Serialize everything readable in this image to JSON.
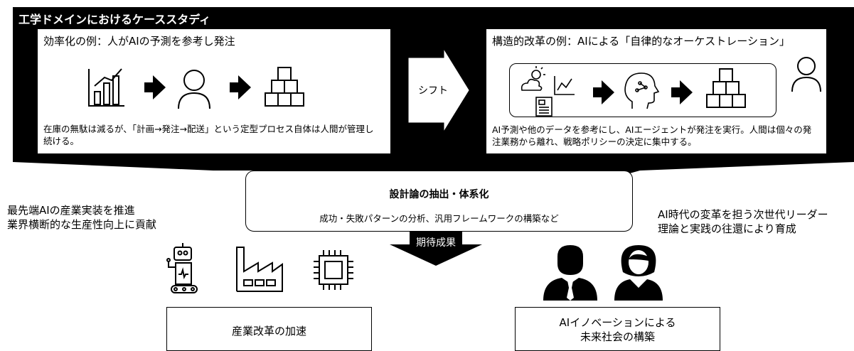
{
  "header": {
    "title": "工学ドメインにおけるケーススタディ"
  },
  "left_case": {
    "title": "効率化の例：人がAIの予測を参考し発注",
    "description": "在庫の無駄は減るが、「計画→発注→配送」という定型プロセス自体は人間が管理し続ける。",
    "icons": [
      "bar-chart-icon",
      "arrow-right-icon",
      "person-icon",
      "arrow-right-icon",
      "boxes-icon"
    ]
  },
  "shift": {
    "label": "シフト"
  },
  "right_case": {
    "title": "構造的改革の例：AIによる「自律的なオーケストレーション」",
    "description": "AI予測や他のデータを参考にし、AIエージェントが発注を実行。人間は個々の発注業務から離れ、戦略ポリシーの決定に集中する。",
    "icons": [
      "weather-icon",
      "line-chart-icon",
      "newspaper-icon",
      "arrow-right-icon",
      "ai-head-icon",
      "arrow-right-icon",
      "boxes-icon",
      "person-icon"
    ]
  },
  "center": {
    "title": "設計論の抽出・体系化",
    "subtitle": "成功・失敗パターンの分析、汎用フレームワークの構築など"
  },
  "expected": {
    "label": "期待成果"
  },
  "left_note": {
    "line1": "最先端AIの産業実装を推進",
    "line2": "業界横断的な生産性向上に貢献"
  },
  "right_note": {
    "line1": "AI時代の変革を担う次世代リーダー",
    "line2": "理論と実践の往還により育成"
  },
  "outcomes": {
    "left": "産業改革の加速",
    "right_line1": "AIイノベーションによる",
    "right_line2": "未来社会の構築"
  },
  "bottom_icons": {
    "left": [
      "robot-icon",
      "factory-icon",
      "chip-icon"
    ],
    "right": [
      "businessman-icon",
      "businesswoman-icon"
    ]
  },
  "colors": {
    "dark": "#000000",
    "panel": "#ffffff",
    "arrow": "#000000"
  }
}
